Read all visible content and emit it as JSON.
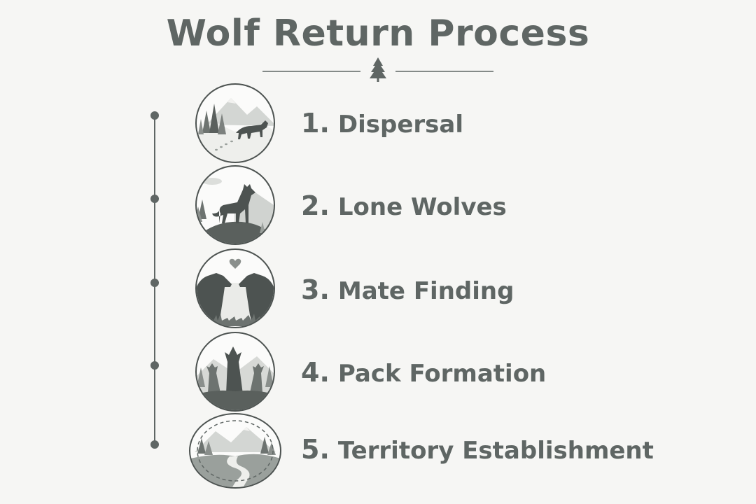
{
  "title": "Wolf Return Process",
  "divider_icon": "pine-tree-icon",
  "colors": {
    "background": "#f6f6f4",
    "text": "#5f6664",
    "line": "#5f6664",
    "dark": "#4d5351",
    "mid": "#8a8f8c",
    "light": "#c9ccc9"
  },
  "steps": [
    {
      "number": "1.",
      "label": "Dispersal",
      "icon": "dispersal-icon"
    },
    {
      "number": "2.",
      "label": "Lone Wolves",
      "icon": "lone-wolf-icon"
    },
    {
      "number": "3.",
      "label": "Mate Finding",
      "icon": "mating-pair-icon"
    },
    {
      "number": "4.",
      "label": "Pack Formation",
      "icon": "wolf-pack-icon"
    },
    {
      "number": "5.",
      "label": "Territory Establishment",
      "icon": "territory-icon"
    }
  ]
}
